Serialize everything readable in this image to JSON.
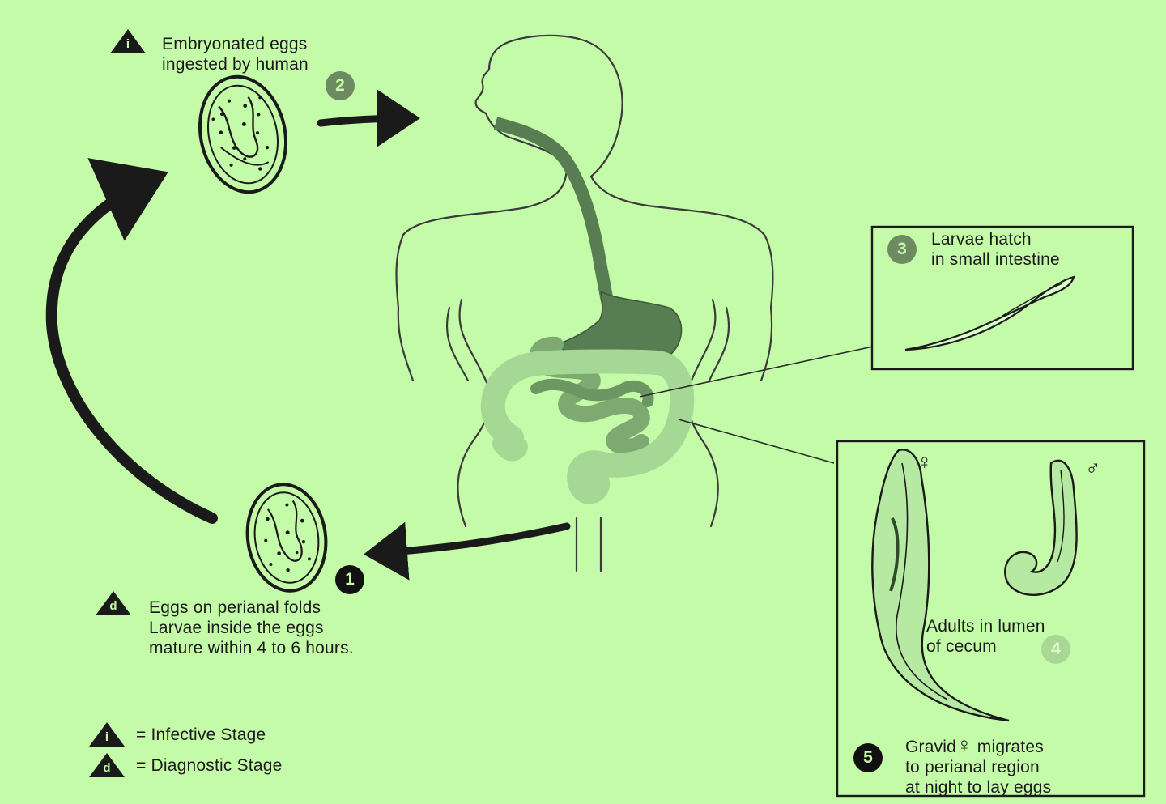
{
  "diagram": {
    "colors": {
      "background": "#c4fba8",
      "ink": "#1a1a1a",
      "gut_dark": "#597d52",
      "gut_mid": "#7ea971",
      "gut_light": "#a4d894"
    },
    "infective_symbol": "i",
    "diagnostic_symbol": "d",
    "labels": {
      "ingested_line1": "Embryonated eggs",
      "ingested_line2": "ingested by human",
      "perianal_line1": "Eggs on perianal folds",
      "perianal_line2": "Larvae inside the eggs",
      "perianal_line3": "mature within 4 to 6 hours.",
      "hatch_line1": "Larvae hatch",
      "hatch_line2": "in small intestine",
      "adults_line1": "Adults in lumen",
      "adults_line2": "of cecum",
      "gravid_line1": "Gravid",
      "gravid_female_symbol": "♀",
      "gravid_line1_rest": " migrates",
      "gravid_line2": "to perianal region",
      "gravid_line3": "at night to lay eggs",
      "female_symbol": "♀",
      "male_symbol": "♂"
    },
    "step_numbers": {
      "one": "1",
      "two": "2",
      "three": "3",
      "four": "4",
      "five": "5"
    },
    "legend": {
      "infective": "= Infective Stage",
      "diagnostic": "= Diagnostic Stage"
    }
  }
}
